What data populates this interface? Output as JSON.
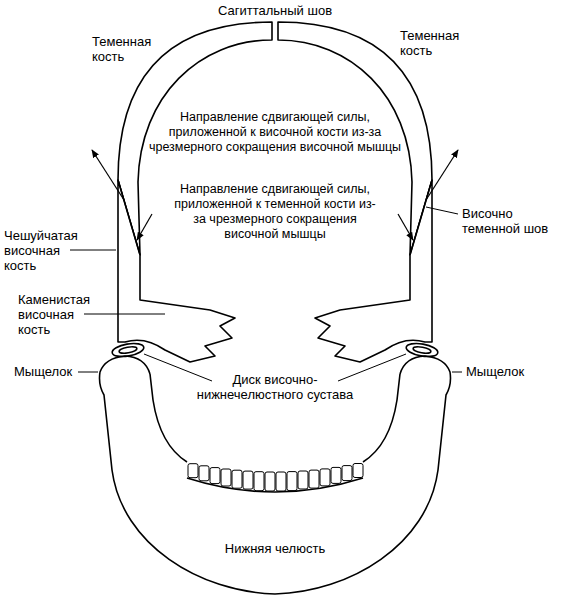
{
  "diagram": {
    "labels": [
      "Сагиттальный шов",
      "Теменная кость",
      "Теменная кость",
      "Направление сдвигающей силы, приложенной к височной кости из-за чрезмерного сокращения височной мышцы",
      "Направление сдвигающей силы, приложенной к теменной кости из-за чрезмерного сокращения височной мышцы",
      "Чешуйчатая височная кость",
      "Височно теменной шов",
      "Каменистая височная кость",
      "Мыщелок",
      "Диск височно-нижнечелюстного сустава",
      "Мыщелок",
      "Нижняя челюсть"
    ]
  }
}
